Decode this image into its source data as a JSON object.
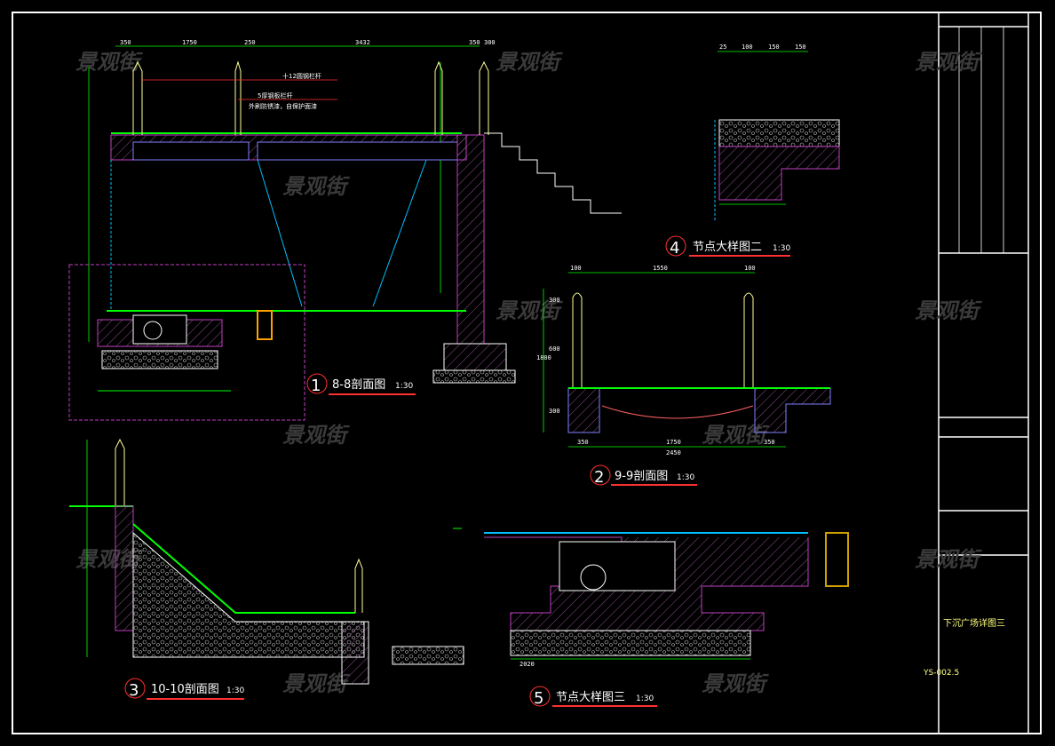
{
  "sheet": {
    "title": "下沉广场详图三",
    "number": "YS-002.5",
    "watermark": "景观街",
    "colors": {
      "background": "#000000",
      "frame": "#ffffff",
      "dimension": "#00ff00",
      "leader": "#ff3030",
      "hatch": "#c040c0",
      "railing": "#ffff99",
      "water": "#00c0ff"
    }
  },
  "views": [
    {
      "number": "1",
      "title": "8-8剖面图",
      "scale": "1:30",
      "dims_top": [
        "350",
        "1750",
        "250",
        "3432",
        "350",
        "300"
      ],
      "notes": [
        "十12圆钢栏杆",
        "5厚钢板栏杆",
        "外刷防锈漆，自保护面漆"
      ]
    },
    {
      "number": "2",
      "title": "9-9剖面图",
      "scale": "1:30",
      "dims_top": [
        "100",
        "1550",
        "100"
      ],
      "dims_bottom": [
        "350",
        "1750",
        "350"
      ],
      "dims_total": "2450",
      "dims_left": [
        "300",
        "600",
        "300"
      ],
      "dims_height": "1800"
    },
    {
      "number": "3",
      "title": "10-10剖面图",
      "scale": "1:30"
    },
    {
      "number": "4",
      "title": "节点大样图二",
      "scale": "1:30",
      "dims_top": [
        "25",
        "100",
        "150",
        "150"
      ]
    },
    {
      "number": "5",
      "title": "节点大样图三",
      "scale": "1:30",
      "dims_bottom": [
        "2020"
      ]
    }
  ]
}
